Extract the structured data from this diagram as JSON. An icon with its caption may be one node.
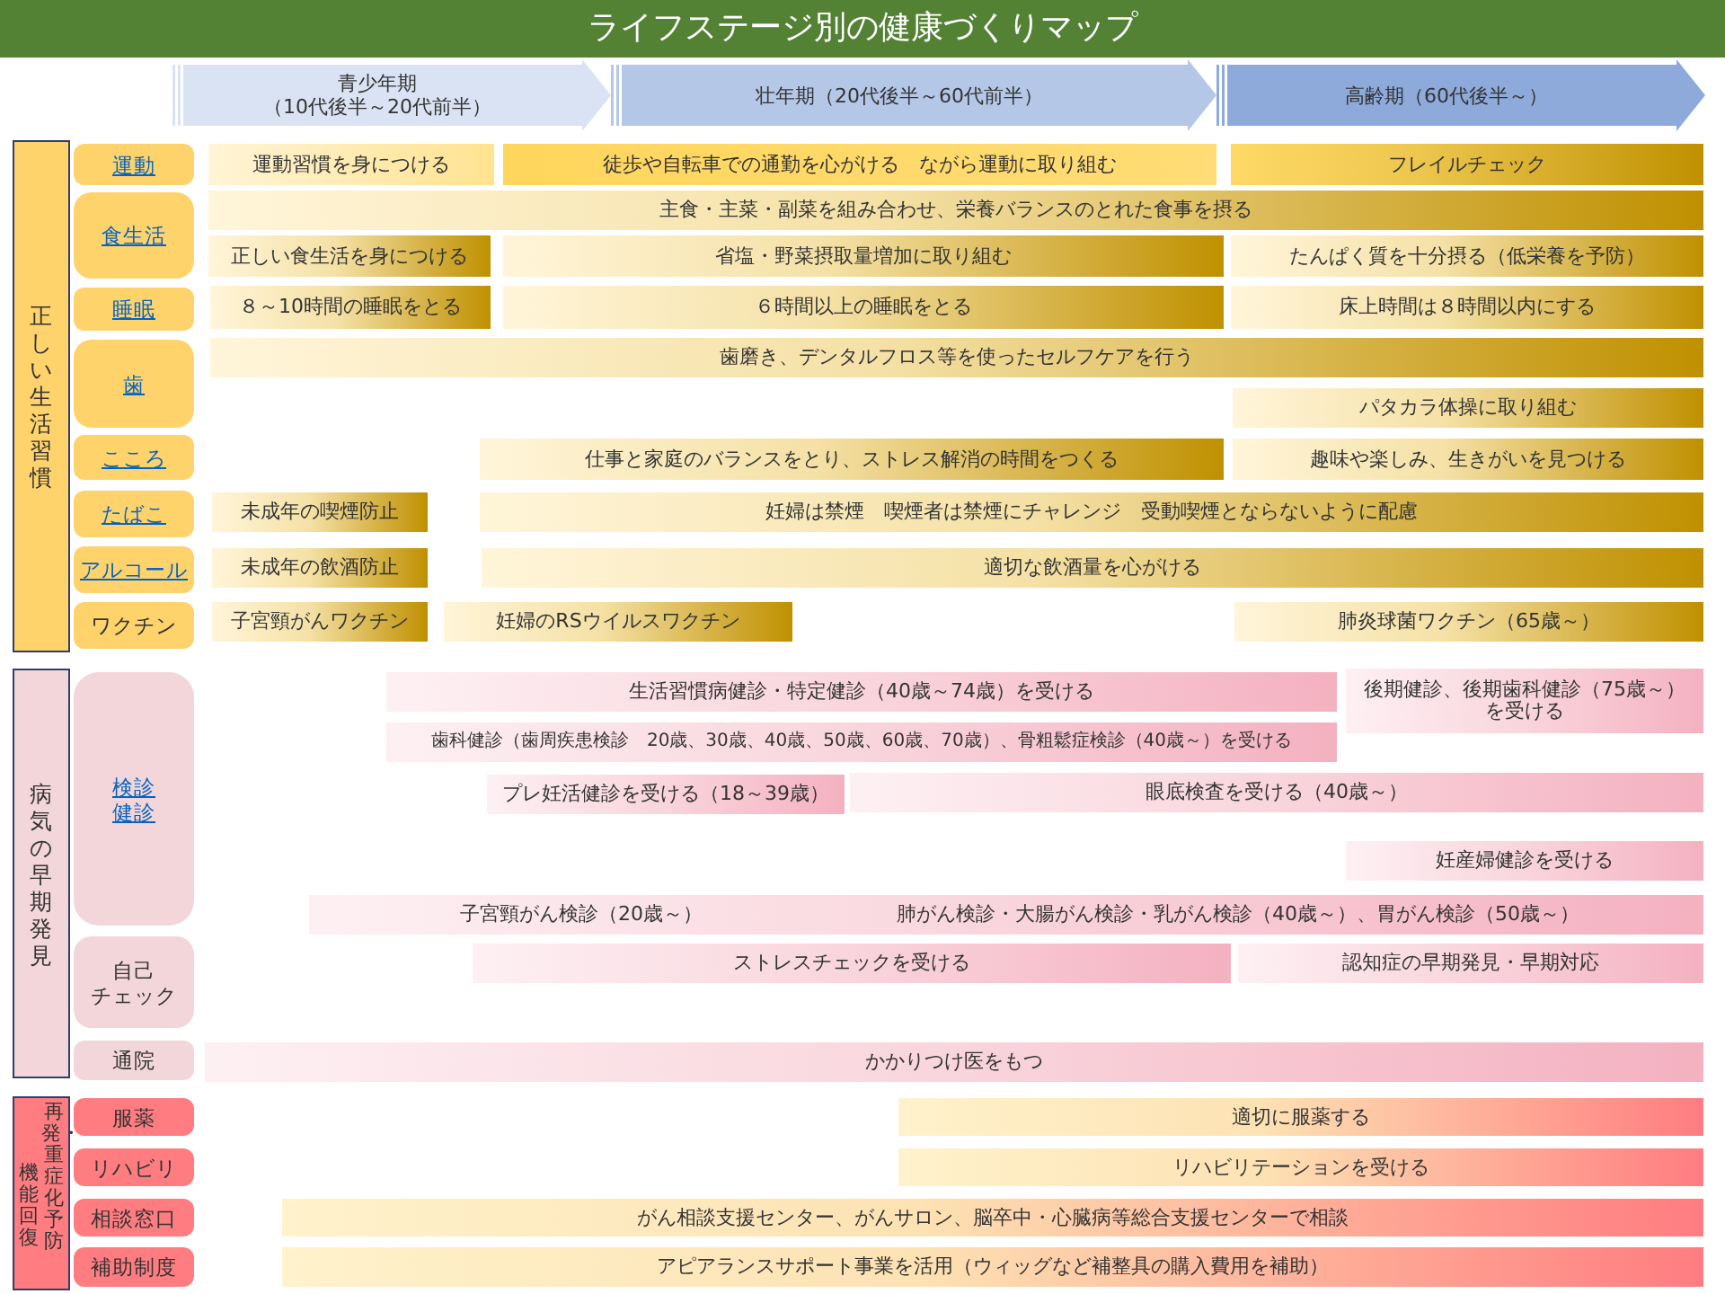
{
  "diagram": {
    "title": "ライフステージ別の健康づくりマップ",
    "nodes": [
      {
        "text": [
          "青少年期",
          "（10代後半～20代前半）"
        ]
      },
      {
        "text": [
          "壮年期（20代後半～60代前半）"
        ]
      },
      {
        "text": [
          "高齢期（60代後半～）"
        ]
      },
      {
        "text": [
          "正しい生活習慣"
        ]
      },
      {
        "text": [
          "運動"
        ]
      },
      {
        "text": [
          "運動習慣を身につける"
        ]
      },
      {
        "text": [
          "徒歩や自転車での通勤を心がける　ながら運動に取り組む"
        ]
      },
      {
        "text": [
          "フレイルチェック"
        ]
      },
      {
        "text": [
          "食生活"
        ]
      },
      {
        "text": [
          "主食・主菜・副菜を組み合わせ、栄養バランスのとれた食事を摂る"
        ]
      },
      {
        "text": [
          "正しい食生活を身につける"
        ]
      },
      {
        "text": [
          "省塩・野菜摂取量増加に取り組む"
        ]
      },
      {
        "text": [
          "たんぱく質を十分摂る（低栄養を予防）"
        ]
      },
      {
        "text": [
          "睡眠"
        ]
      },
      {
        "text": [
          "８～10時間の睡眠をとる"
        ]
      },
      {
        "text": [
          "６時間以上の睡眠をとる"
        ]
      },
      {
        "text": [
          "床上時間は８時間以内にする"
        ]
      },
      {
        "text": [
          "歯"
        ]
      },
      {
        "text": [
          "歯磨き、デンタルフロス等を使ったセルフケアを行う"
        ]
      },
      {
        "text": [
          "パタカラ体操に取り組む"
        ]
      },
      {
        "text": [
          "こころ"
        ]
      },
      {
        "text": [
          "仕事と家庭のバランスをとり、ストレス解消の時間をつくる"
        ]
      },
      {
        "text": [
          "趣味や楽しみ、生きがいを見つける"
        ]
      },
      {
        "text": [
          "たばこ"
        ]
      },
      {
        "text": [
          "未成年の喫煙防止"
        ]
      },
      {
        "text": [
          "妊婦は禁煙　喫煙者は禁煙にチャレンジ　受動喫煙とならないように配慮"
        ]
      },
      {
        "text": [
          "アルコール"
        ]
      },
      {
        "text": [
          "未成年の飲酒防止"
        ]
      },
      {
        "text": [
          "適切な飲酒量を心がける"
        ]
      },
      {
        "text": [
          "ワクチン"
        ]
      },
      {
        "text": [
          "子宮頸がんワクチン"
        ]
      },
      {
        "text": [
          "妊婦のRSウイルスワクチン"
        ]
      },
      {
        "text": [
          "肺炎球菌ワクチン（65歳～）"
        ]
      },
      {
        "text": [
          "病気の早期発見"
        ]
      },
      {
        "text": [
          "検診",
          "健診"
        ]
      },
      {
        "text": [
          "生活習慣病健診・特定健診（40歳～74歳）を受ける"
        ]
      },
      {
        "text": [
          "後期健診、後期歯科健診（75歳～）を受ける"
        ]
      },
      {
        "text": [
          "歯科健診（歯周疾患検診　20歳、30歳、40歳、50歳、60歳、70歳）、骨粗鬆症検診（40歳～）を受ける"
        ]
      },
      {
        "text": [
          "プレ妊活健診を受ける（18～39歳）"
        ]
      },
      {
        "text": [
          "眼底検査を受ける（40歳～）"
        ]
      },
      {
        "text": [
          "妊産婦健診を受ける"
        ]
      },
      {
        "text": [
          "子宮頸がん検診（20歳～）",
          "肺がん検診・大腸がん検診・乳がん検診（40歳～）、胃がん検診（50歳～）"
        ]
      },
      {
        "text": [
          "自己",
          "チェック"
        ]
      },
      {
        "text": [
          "ストレスチェックを受ける"
        ]
      },
      {
        "text": [
          "認知症の早期発見・早期対応"
        ]
      },
      {
        "text": [
          "通院"
        ]
      },
      {
        "text": [
          "かかりつけ医をもつ"
        ]
      },
      {
        "text": [
          "機能回復",
          "再発・重症化予防"
        ]
      },
      {
        "text": [
          "服薬"
        ]
      },
      {
        "text": [
          "適切に服薬する"
        ]
      },
      {
        "text": [
          "リハビリ"
        ]
      },
      {
        "text": [
          "リハビリテーションを受ける"
        ]
      },
      {
        "text": [
          "相談窓口"
        ]
      },
      {
        "text": [
          "がん相談支援センター、がんサロン、脳卒中・心臓病等総合支援センターで相談"
        ]
      },
      {
        "text": [
          "補助制度"
        ]
      },
      {
        "text": [
          "アピアランスサポート事業を活用（ウィッグなど補整具の購入費用を補助）"
        ]
      }
    ]
  }
}
